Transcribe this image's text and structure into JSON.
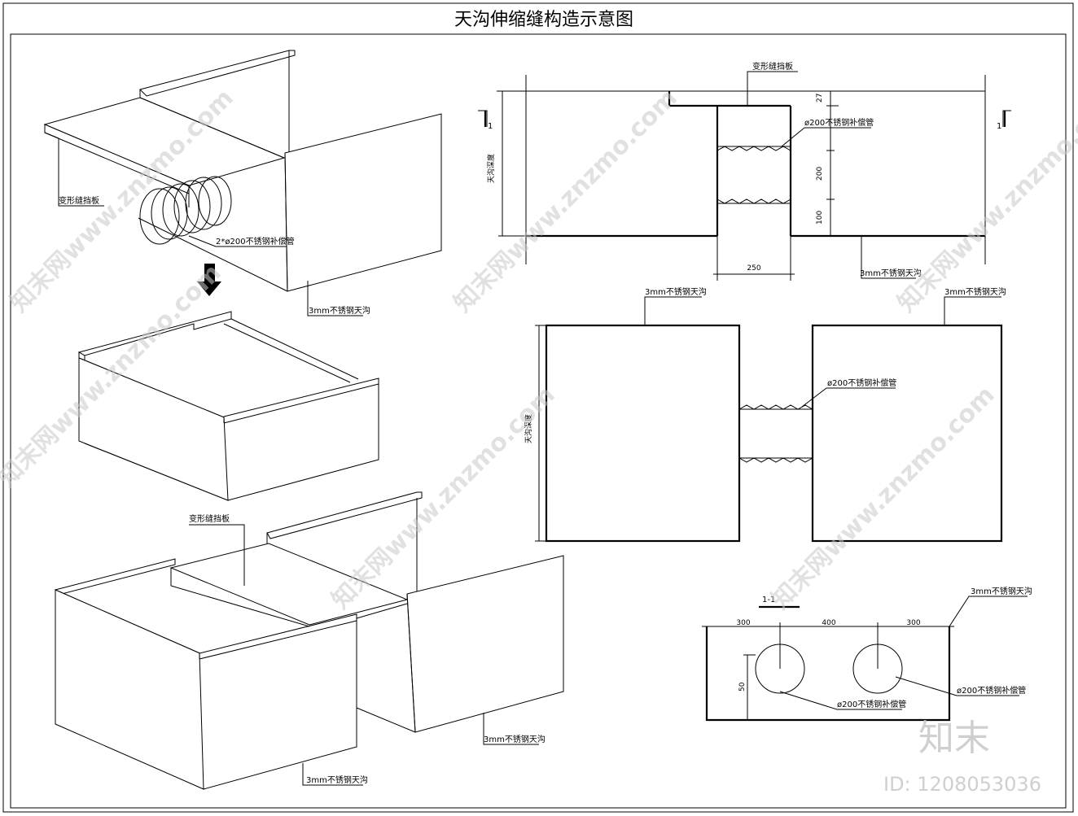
{
  "title": "天沟伸缩缝构造示意图",
  "labels": {
    "cover_plate": "变形缝挡板",
    "cover_plate_2": "变形缝挡板",
    "cover_plate_3": "变形缝挡板",
    "double_pipe": "2*ø200不锈钢补偿管",
    "gutter_iso_1": "3mm不锈钢天沟",
    "gutter_iso_2": "3mm不锈钢天沟",
    "gutter_iso_3": "3mm不锈钢天沟",
    "gutter_elev": "3mm不锈钢天沟",
    "pipe_elev": "ø200不锈钢补偿管",
    "gutter_depth_1": "天沟深度",
    "gutter_depth_2": "天沟深度",
    "gutter_plan_left": "3mm不锈钢天沟",
    "gutter_plan_right": "3mm不锈钢天沟",
    "pipe_plan": "ø200不锈钢补偿管",
    "section_mark_left": "1",
    "section_mark_right": "1",
    "section_title": "1-1",
    "gutter_section": "3mm不锈钢天沟",
    "pipe_section_right": "ø200不锈钢补偿管",
    "pipe_section_bottom": "ø200不锈钢补偿管"
  },
  "dimensions": {
    "d27": "27",
    "d200": "200",
    "d100": "100",
    "d250": "250",
    "s300a": "300",
    "s400": "400",
    "s300b": "300",
    "s50": "50"
  },
  "watermark": {
    "text": "知末网www.znzmo.com",
    "brand": "知末",
    "id": "ID: 1208053036"
  }
}
